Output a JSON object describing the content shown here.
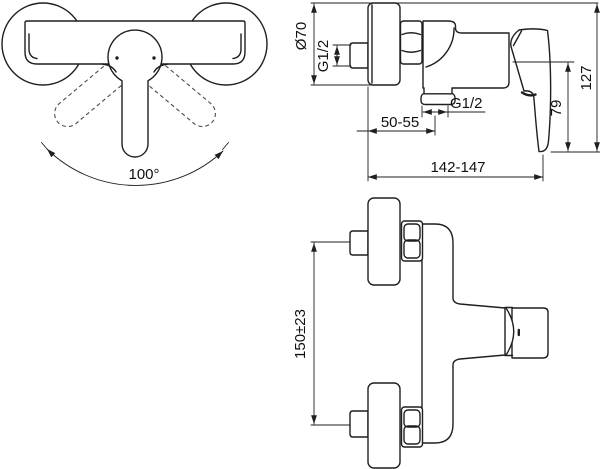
{
  "canvas": {
    "background": "#ffffff",
    "line_color": "#1f1f1f",
    "dashed_line_color": "#4a4a4a",
    "text_color": "#111111"
  },
  "front_view": {
    "swivel_angle": "100°"
  },
  "side_view": {
    "escutcheon_diameter": "Ø70",
    "inlet_thread": "G1/2",
    "outlet_thread": "G1/2",
    "wall_to_outlet_distance": "50-55",
    "total_depth": "142-147",
    "lever_height": "79",
    "overall_height": "127"
  },
  "top_view": {
    "inlet_centre_distance": "150±23"
  }
}
